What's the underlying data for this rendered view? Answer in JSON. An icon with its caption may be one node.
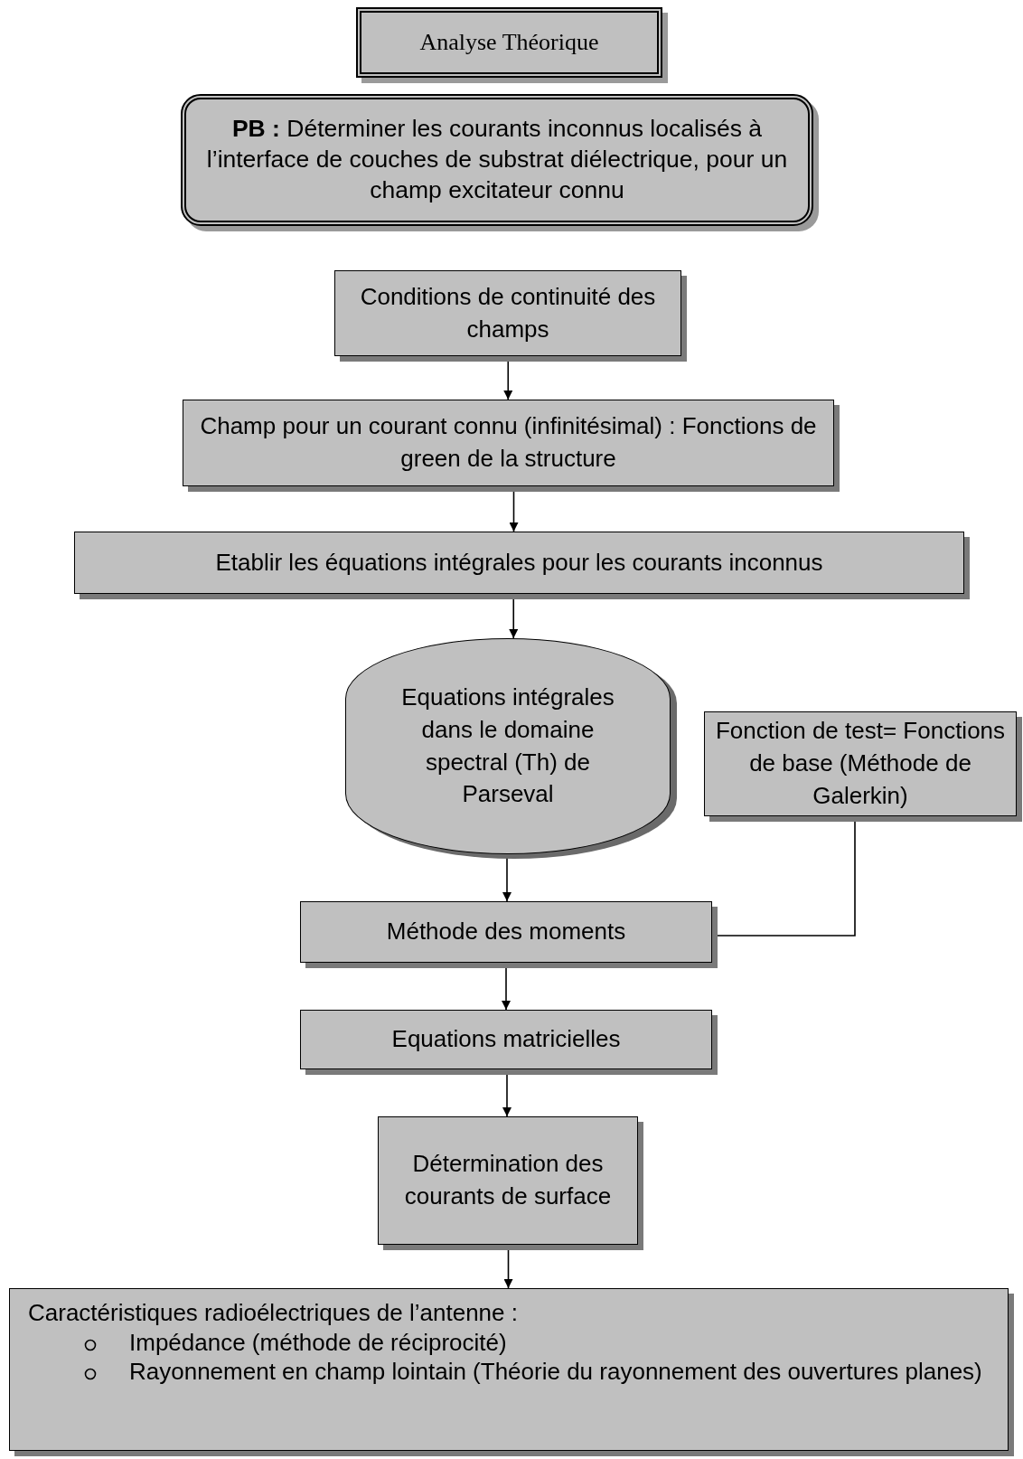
{
  "diagram": {
    "nodes": [
      {
        "text": [
          "Analyse Théorique"
        ]
      },
      {
        "text": [
          "**PB :** Déterminer les courants inconnus localisés à l’interface de couches de substrat diélectrique, pour un champ excitateur connu"
        ]
      },
      {
        "text": [
          "Conditions de continuité des champs"
        ]
      },
      {
        "text": [
          "Champ pour un courant connu (infinitésimal) : Fonctions de green de la structure"
        ]
      },
      {
        "text": [
          "Etablir les équations intégrales pour les courants inconnus"
        ]
      },
      {
        "text": [
          "Equations intégrales dans le domaine spectral (Th) de Parseval"
        ]
      },
      {
        "text": [
          "Fonction de test= Fonctions de base (Méthode de Galerkin)"
        ]
      },
      {
        "text": [
          "Méthode des moments"
        ]
      },
      {
        "text": [
          "Equations matricielles"
        ]
      },
      {
        "text": [
          "Détermination des courants de surface"
        ]
      },
      {
        "text": [
          "Caractéristiques radioélectriques de l’antenne :",
          "Impédance (méthode de réciprocité)",
          "Rayonnement en champ lointain (Théorie du rayonnement des ouvertures planes)"
        ]
      }
    ],
    "edges": [
      {
        "from": 2,
        "to": 3,
        "arrow": "to"
      },
      {
        "from": 3,
        "to": 4,
        "arrow": "to"
      },
      {
        "from": 4,
        "to": 5,
        "arrow": "to"
      },
      {
        "from": 5,
        "to": 7,
        "arrow": "to"
      },
      {
        "from": 6,
        "to": 7,
        "arrow": "to"
      },
      {
        "from": 7,
        "to": 8,
        "arrow": "to"
      },
      {
        "from": 8,
        "to": 9,
        "arrow": "to"
      },
      {
        "from": 9,
        "to": 10,
        "arrow": "to"
      }
    ]
  }
}
